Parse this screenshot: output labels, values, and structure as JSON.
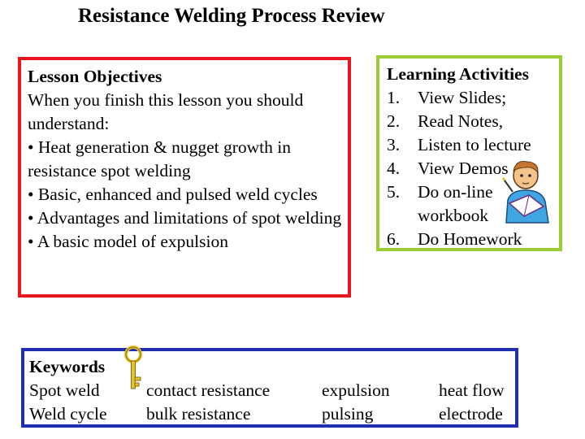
{
  "title": "Resistance Welding Process Review",
  "objectives": {
    "heading": "Lesson Objectives",
    "intro": "When you finish this lesson you should understand:",
    "bullets": [
      "• Heat generation & nugget growth in resistance spot welding",
      "• Basic, enhanced and pulsed weld cycles",
      "• Advantages and limitations of spot welding",
      "• A basic model of expulsion"
    ]
  },
  "activities": {
    "heading": "Learning Activities",
    "items": [
      {
        "num": "1.",
        "text": "View Slides;"
      },
      {
        "num": "2.",
        "text": "Read Notes,"
      },
      {
        "num": "3.",
        "text": "Listen to lecture"
      },
      {
        "num": "4.",
        "text": "View Demos"
      },
      {
        "num": "5.",
        "text": "Do on-line workbook"
      },
      {
        "num": "6.",
        "text": "Do Homework"
      }
    ]
  },
  "keywords": {
    "heading": "Keywords",
    "columns": [
      [
        "Spot weld",
        "Weld cycle"
      ],
      [
        "contact resistance",
        "bulk resistance"
      ],
      [
        "expulsion",
        "pulsing"
      ],
      [
        "heat flow",
        "electrode"
      ]
    ]
  },
  "icons": {
    "activities_clipart": "student-reading-icon",
    "keywords_clipart": "key-icon"
  },
  "colors": {
    "objectives_border": "#e8161f",
    "activities_border": "#9acd32",
    "keywords_border": "#1f2fb0",
    "key_gold": "#e8c22a"
  }
}
